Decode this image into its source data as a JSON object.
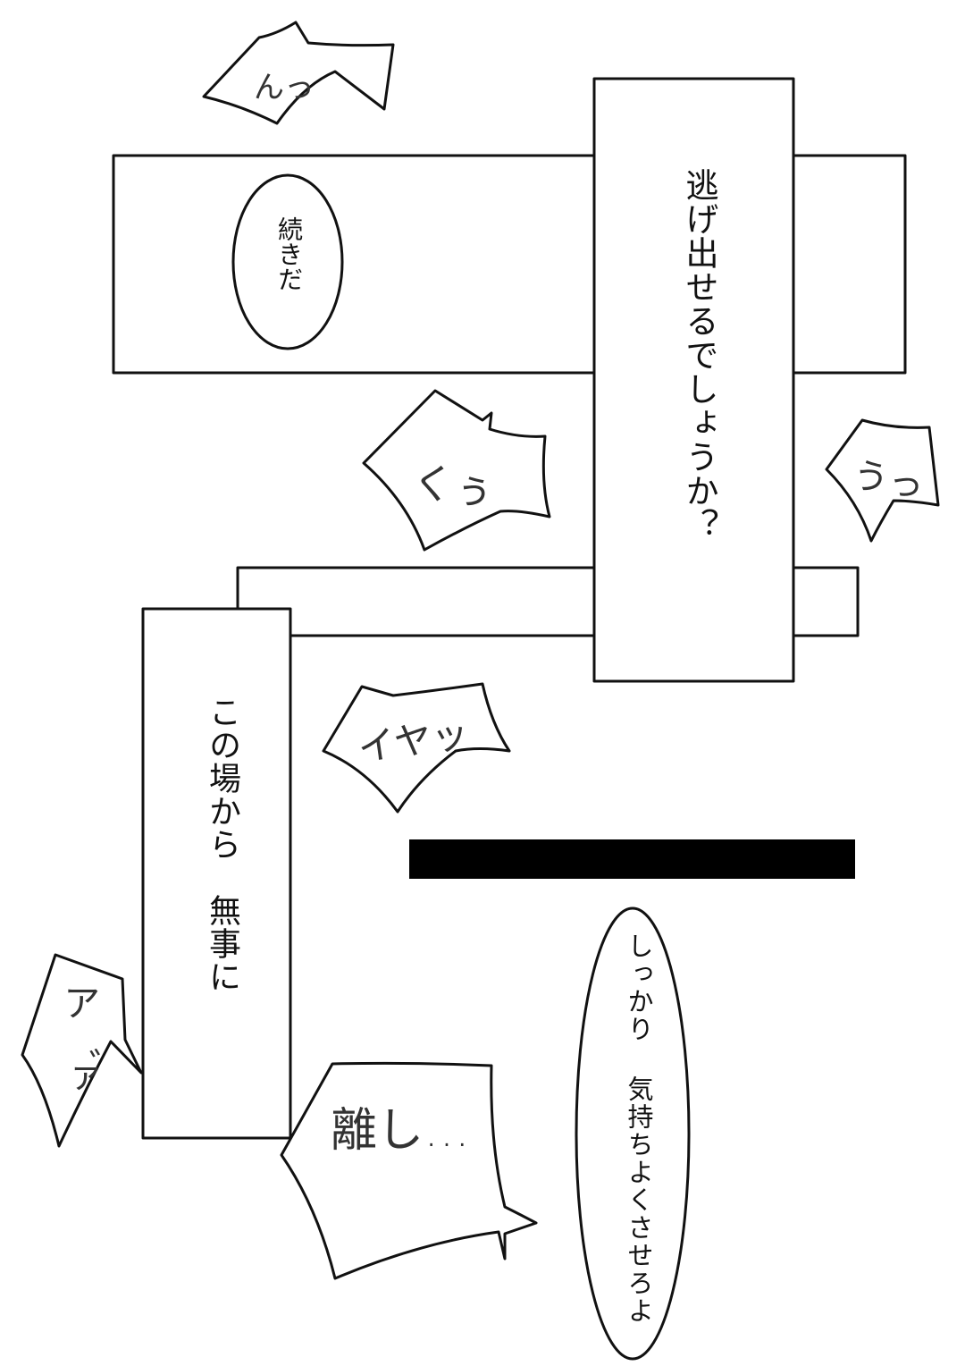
{
  "bubbles": {
    "tsuzukida": "続きだ",
    "nigedaseru": "逃げ出せるでしょうか？",
    "konobakara": "この場から　無事に",
    "shikkari": "しっかり 気持ちよくさせろよ"
  },
  "sound_effects": {
    "n": "んっ",
    "kuu": "くぅ",
    "u": "うっ",
    "iya": "イヤッ",
    "aa": "ア゛ァ",
    "hanashi": "離し…"
  },
  "colors": {
    "ink": "#111111",
    "paper": "#ffffff",
    "censor_bar": "#000000"
  }
}
